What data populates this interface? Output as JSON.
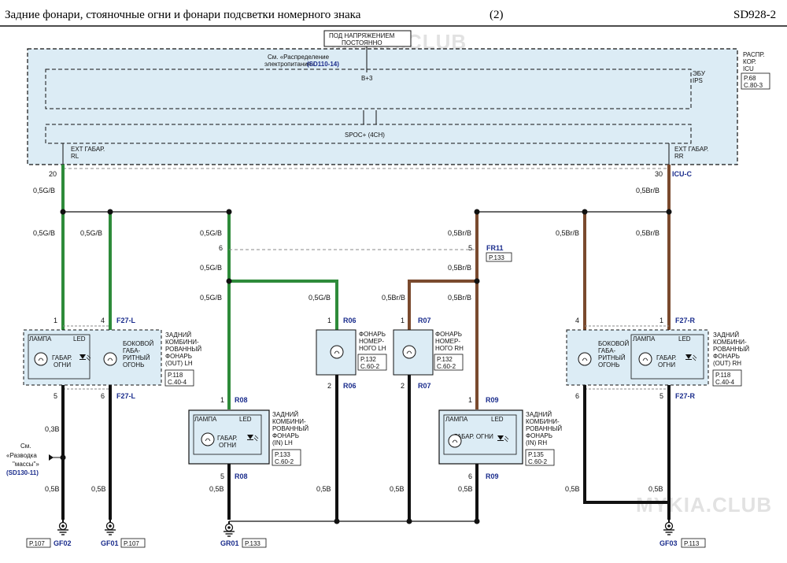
{
  "header": {
    "title": "Задние фонари, стояночные огни и фонари подсветки номерного знака",
    "page": "(2)",
    "code": "SD928-2"
  },
  "watermark": "MYKIA.CLUB",
  "icu_box": {
    "power_label_1": "ПОД НАПРЯЖЕНИЕМ",
    "power_label_2": "ПОСТОЯННО",
    "see_dist_1": "См. «Распределение",
    "see_dist_2": "электропитания»",
    "see_dist_ref": "(SD110-14)",
    "bplus": "B+3",
    "spoc": "SPOC+ (4CH)",
    "ips_1": "ЭБУ",
    "ips_2": "IPS",
    "junction_1": "РАСПР.",
    "junction_2": "КОР.",
    "junction_3": "ICU",
    "junction_ref_1": "P.68",
    "junction_ref_2": "C.80-3",
    "out_left_1": "EXT ГАБАР.",
    "out_left_2": "RL",
    "out_right_1": "EXT ГАБАР.",
    "out_right_2": "RR",
    "pin_left": "20",
    "pin_right": "30",
    "connector": "ICU-C"
  },
  "wires": {
    "g_5": "0,5G/B",
    "br_5": "0,5Br/B",
    "b_5": "0,5B",
    "b_3": "0,3B"
  },
  "pins": {
    "p1": "1",
    "p2": "2",
    "p4": "4",
    "p5": "5",
    "p6": "6"
  },
  "connectors": {
    "f27l": "F27-L",
    "f27r": "F27-R",
    "r06": "R06",
    "r07": "R07",
    "r08": "R08",
    "r09": "R09",
    "fr11": "FR11"
  },
  "components": {
    "lamp": "ЛАМПА",
    "led": "LED",
    "gabar_1": "ГАБАР.",
    "gabar_2": "ОГНИ",
    "gabar_one": "ГАБАР. ОГНИ",
    "side_lh": [
      "БОКОВОЙ",
      "ГАБА-",
      "РИТНЫЙ",
      "ОГОНЬ"
    ],
    "side_rh": [
      "БОКОВОЙ",
      "ГАБА-",
      "РИТНЫЙ",
      "ОГОНЬ"
    ],
    "out_lh": [
      "ЗАДНИЙ",
      "КОМБИНИ-",
      "РОВАННЫЙ",
      "ФОНАРЬ",
      "(OUT) LH"
    ],
    "out_rh": [
      "ЗАДНИЙ",
      "КОМБИНИ-",
      "РОВАННЫЙ",
      "ФОНАРЬ",
      "(OUT) RH"
    ],
    "in_lh": [
      "ЗАДНИЙ",
      "КОМБИНИ-",
      "РОВАННЫЙ",
      "ФОНАРЬ",
      "(IN) LH"
    ],
    "in_rh": [
      "ЗАДНИЙ",
      "КОМБИНИ-",
      "РОВАННЫЙ",
      "ФОНАРЬ",
      "(IN) RH"
    ],
    "plate_lh": [
      "ФОНАРЬ",
      "НОМЕР-",
      "НОГО LH"
    ],
    "plate_rh": [
      "ФОНАРЬ",
      "НОМЕР-",
      "НОГО RH"
    ]
  },
  "refs": {
    "p118": "P.118",
    "c40_4": "C.40-4",
    "p133": "P.133",
    "c60_2": "C.60-2",
    "p132": "P.132",
    "p135": "P.135",
    "p107": "P.107",
    "p113": "P.113"
  },
  "ground_note": {
    "line_1": "См.",
    "line_2": "«Разводка",
    "line_3": "\"массы\"»",
    "ref": "(SD130-11)"
  },
  "grounds": {
    "gf02": "GF02",
    "gf01": "GF01",
    "gr01": "GR01",
    "gf03": "GF03"
  },
  "colors": {
    "green_wire": "#2e8b3a",
    "brown_wire": "#7a4a2e",
    "black_wire": "#111111",
    "box_fill": "#dcecf5",
    "ref_blue": "#1a2c8c"
  }
}
